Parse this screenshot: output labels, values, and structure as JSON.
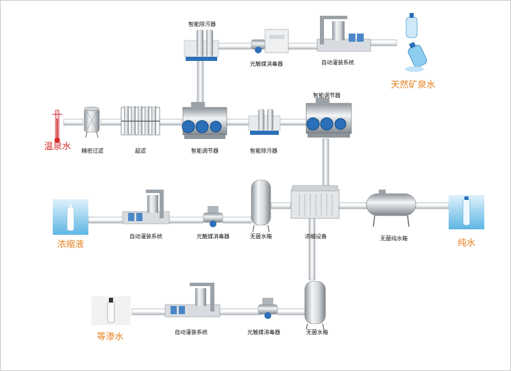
{
  "diagram": {
    "sources": {
      "hot_spring": "温泉水",
      "mineral": "天然矿泉水",
      "concentrate": "浓缩液",
      "pure": "纯水",
      "isotonic": "等渗水"
    },
    "labels": {
      "precision_filter": "精密过滤",
      "ultrafilter": "超滤",
      "smart_regulator_1": "智能调节器",
      "smart_purifier_mid": "智能除污器",
      "smart_regulator_2": "智能调节器",
      "smart_purifier_top": "智能除污器",
      "uv_top": "光触媒消毒器",
      "filling_top": "自动灌装系统",
      "sterile_tank_1": "无菌水箱",
      "uv_mid": "光触媒消毒器",
      "filling_mid": "自动灌装系统",
      "concentrator": "浓缩设备",
      "pure_tank": "无菌纯水箱",
      "sterile_tank_2": "无菌水箱",
      "uv_bottom": "光触媒消毒器",
      "filling_bottom": "自动灌装系统"
    },
    "colors": {
      "hot_spring": "#d62c2c",
      "product": "#e7801d",
      "pipe": "#c8cdd2",
      "pump": "#2a6fb8"
    }
  }
}
